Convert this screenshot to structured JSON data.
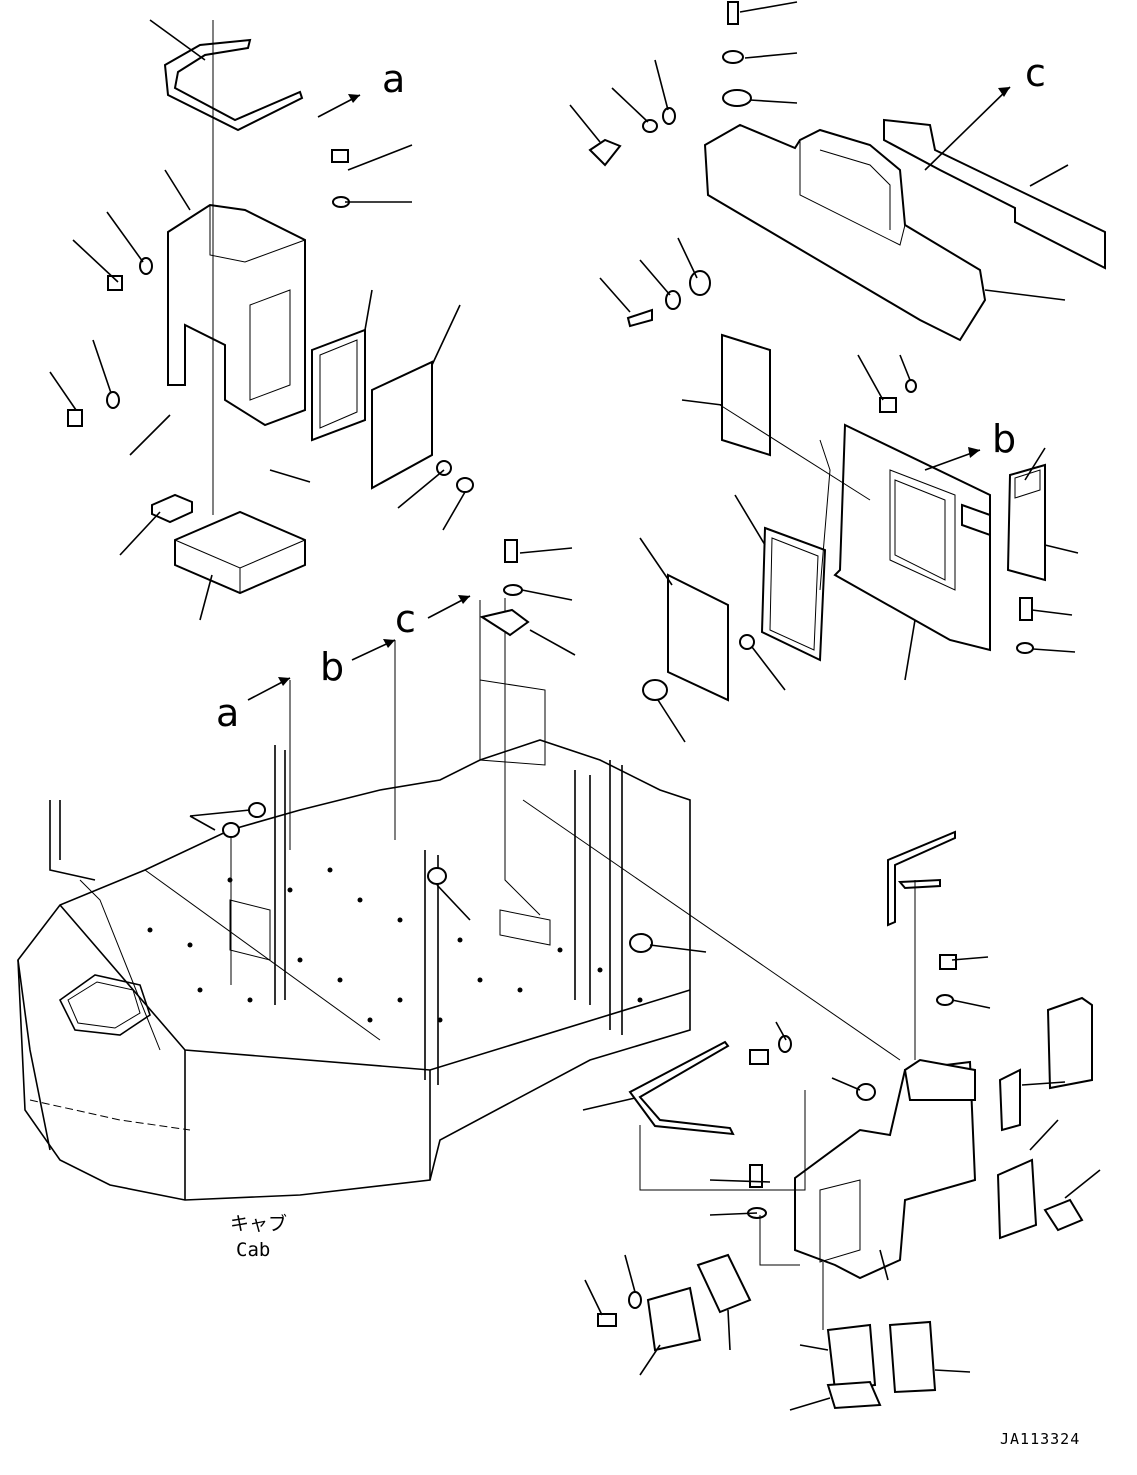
{
  "diagram": {
    "reference_labels": [
      "a",
      "c",
      "b",
      "c",
      "b",
      "a"
    ],
    "cab_label_jp": "キャブ",
    "cab_label_en": "Cab",
    "drawing_code": "JA113324"
  }
}
